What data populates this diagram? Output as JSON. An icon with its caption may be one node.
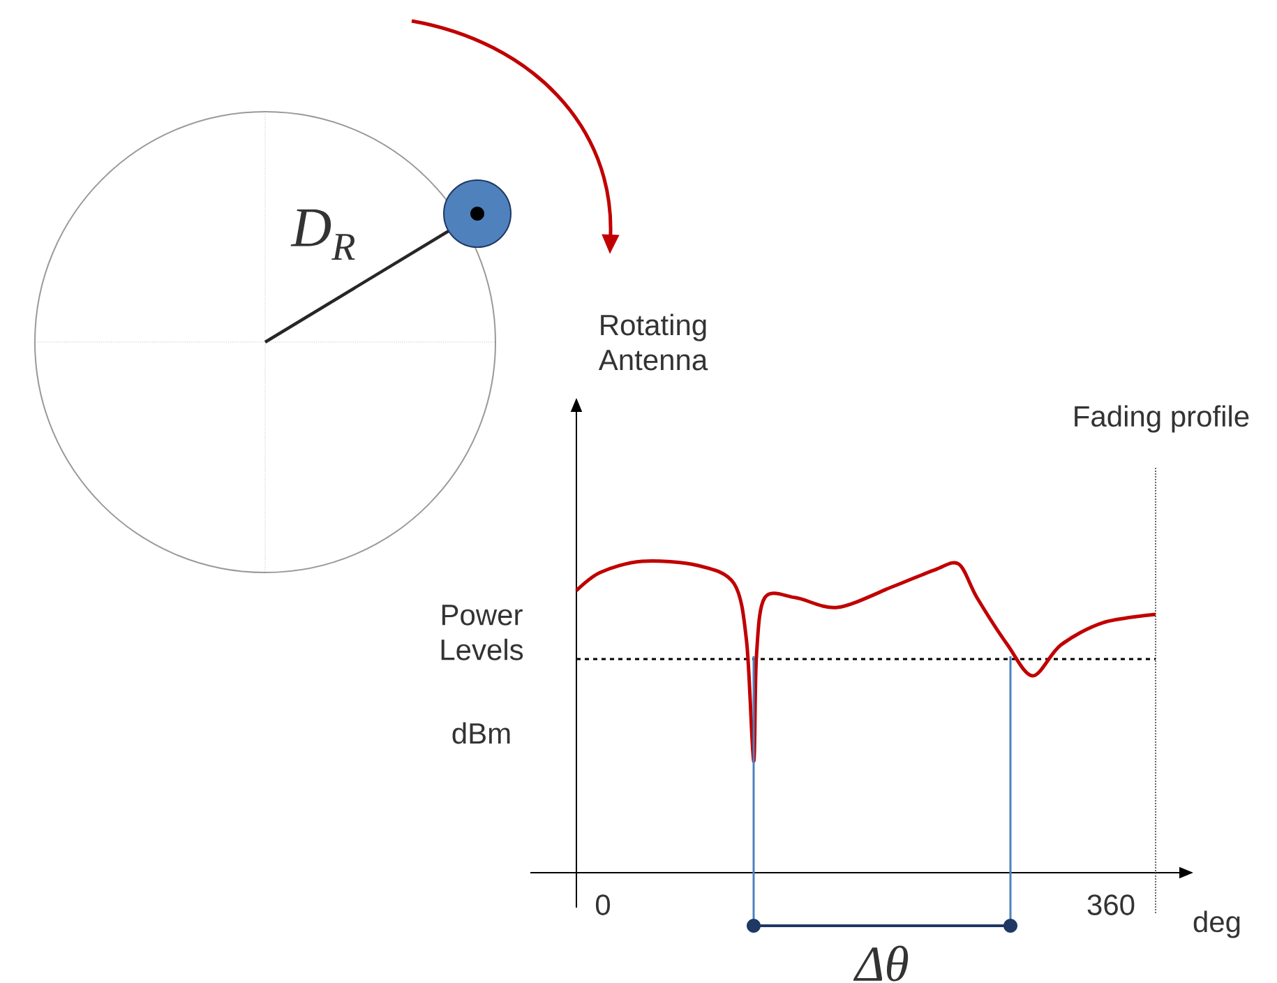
{
  "diagram": {
    "labels": [
      "D$_{R}$",
      "Rotating Antenna",
      "Fading profile",
      "Power Levels",
      "dBm",
      "0",
      "360",
      "deg",
      "Δθ"
    ]
  }
}
